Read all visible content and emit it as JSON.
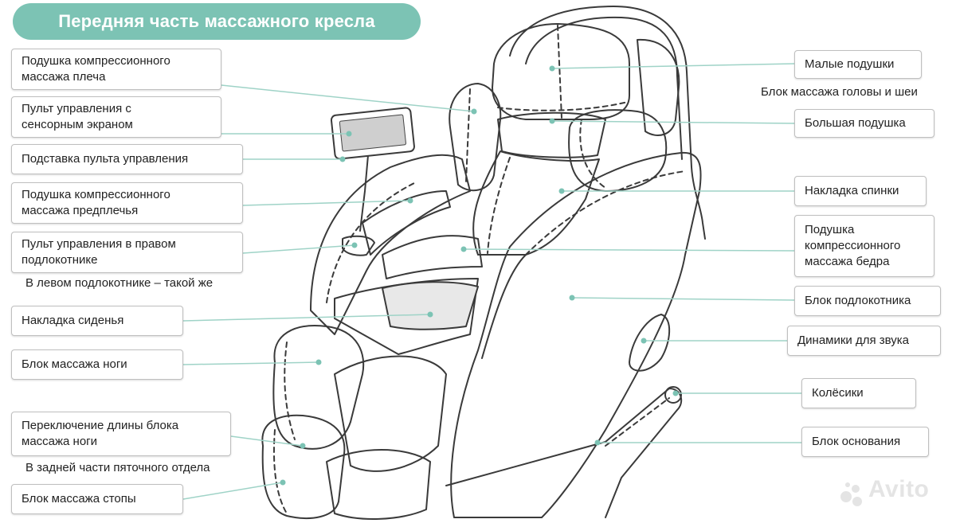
{
  "title": "Передняя часть массажного кресла",
  "labels_left": [
    {
      "id": "shoulder-pad",
      "lines": [
        "Подушка компрессионного",
        "массажа плеча"
      ]
    },
    {
      "id": "touch-remote",
      "lines": [
        "Пульт управления с",
        "сенсорным экраном"
      ]
    },
    {
      "id": "remote-stand",
      "lines": [
        "Подставка пульта управления"
      ]
    },
    {
      "id": "forearm-pad",
      "lines": [
        "Подушка компрессионного",
        "массажа предплечья"
      ]
    },
    {
      "id": "right-armrest-remote",
      "lines": [
        "Пульт управления в правом",
        "подлокотнике"
      ]
    },
    {
      "id": "seat-cover",
      "lines": [
        "Накладка сиденья"
      ]
    },
    {
      "id": "leg-massage-unit",
      "lines": [
        "Блок массажа ноги"
      ]
    },
    {
      "id": "leg-length-switch",
      "lines": [
        "Переключение длины блока",
        "массажа ноги"
      ]
    },
    {
      "id": "foot-massage-unit",
      "lines": [
        "Блок массажа стопы"
      ]
    }
  ],
  "labels_right": [
    {
      "id": "small-pillows",
      "lines": [
        "Малые подушки"
      ]
    },
    {
      "id": "big-pillow",
      "lines": [
        "Большая подушка"
      ]
    },
    {
      "id": "back-cover",
      "lines": [
        "Накладка спинки"
      ]
    },
    {
      "id": "thigh-pad",
      "lines": [
        "Подушка",
        "компрессионного",
        "массажа бедра"
      ]
    },
    {
      "id": "armrest-unit",
      "lines": [
        "Блок подлокотника"
      ]
    },
    {
      "id": "speakers",
      "lines": [
        "Динамики для звука"
      ]
    },
    {
      "id": "wheels",
      "lines": [
        "Колёсики"
      ]
    },
    {
      "id": "base-unit",
      "lines": [
        "Блок основания"
      ]
    }
  ],
  "notes": {
    "head_neck": "Блок массажа головы и шеи",
    "left_armrest": "В левом подлокотнике – такой же",
    "heel_back": "В задней части пяточного отдела"
  },
  "watermark": "Avito",
  "colors": {
    "title_bg": "#7cc3b4",
    "leader": "#9fd3c7",
    "outline": "#3a3a3a"
  }
}
